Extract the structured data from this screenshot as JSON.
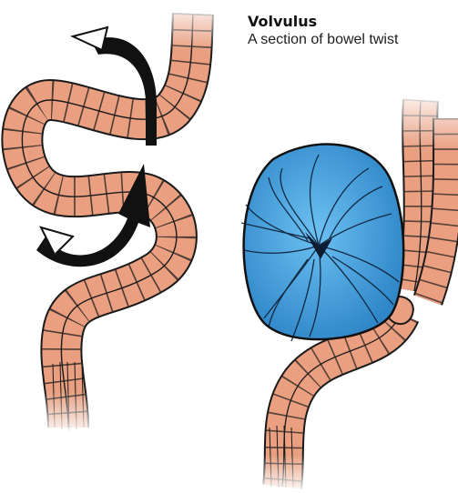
{
  "caption": {
    "title": "Volvulus",
    "description": "A section of bowel twist"
  },
  "colors": {
    "bowel_fill": "#E99F80",
    "bowel_outline": "#1a1a1a",
    "twisted_loop_fill": "#4DA9E3",
    "arrow_fill": "#111111",
    "arrow_highlight": "#ffffff"
  },
  "illustrations": [
    {
      "name": "normal-bowel-with-twist-arrows"
    },
    {
      "name": "twisted-bowel-volvulus"
    }
  ]
}
